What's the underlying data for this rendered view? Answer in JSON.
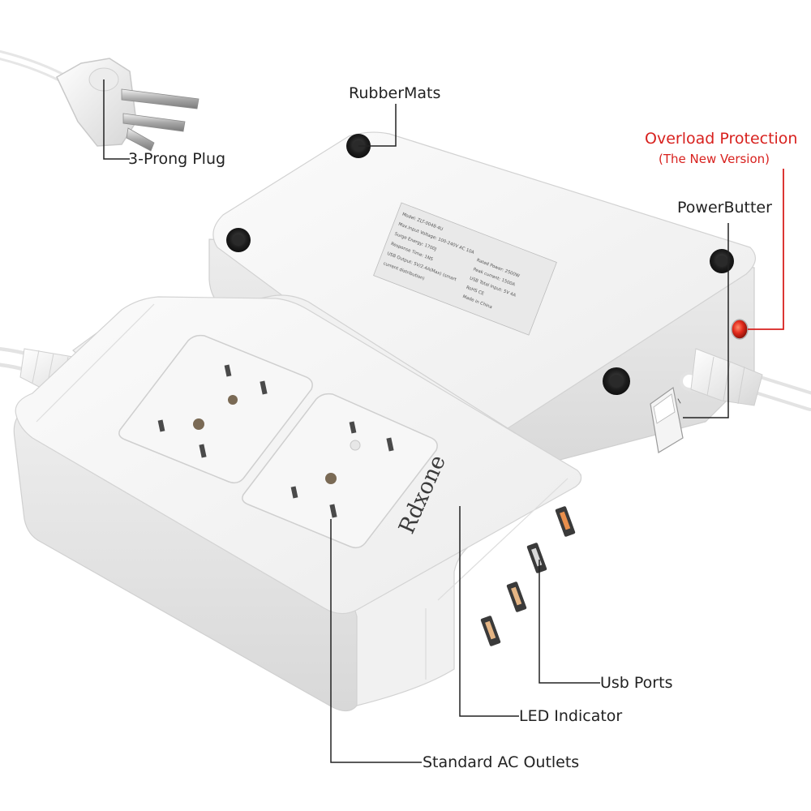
{
  "labels": {
    "rubber_mats": "RubberMats",
    "plug": "3-Prong Plug",
    "overload_title": "Overload Protection",
    "overload_sub": "(The New Version)",
    "power_button": "PowerButter",
    "usb_ports": "Usb Ports",
    "led_indicator": "LED Indicator",
    "ac_outlets": "Standard AC Outlets"
  },
  "product": {
    "brand": "Rdxone",
    "spec_label": {
      "col1": [
        "Model: ZLT-0048-4U",
        "Max.Input Voltage: 100-240V AC 10A",
        "Surge Energy: 1700J",
        "Response Time: 1NS",
        "USB Output: 5V/2.4A(Max) (smart",
        "current distribution)"
      ],
      "col2": [
        "Rated Power: 2500W",
        "Peak current: 1500A",
        "USB Total Input: 5V 4A",
        "RoHS CE",
        "Made in China"
      ]
    }
  },
  "colors": {
    "overload_red": "#d8211e",
    "led_red": "#e32b1d",
    "body_white": "#f4f4f4",
    "shadow_gray": "#cfcfcf"
  },
  "icons": [
    "plug-icon",
    "rubber-mat-icon",
    "outlet-icon",
    "usb-port-icon",
    "power-switch-icon",
    "overload-button-icon"
  ]
}
